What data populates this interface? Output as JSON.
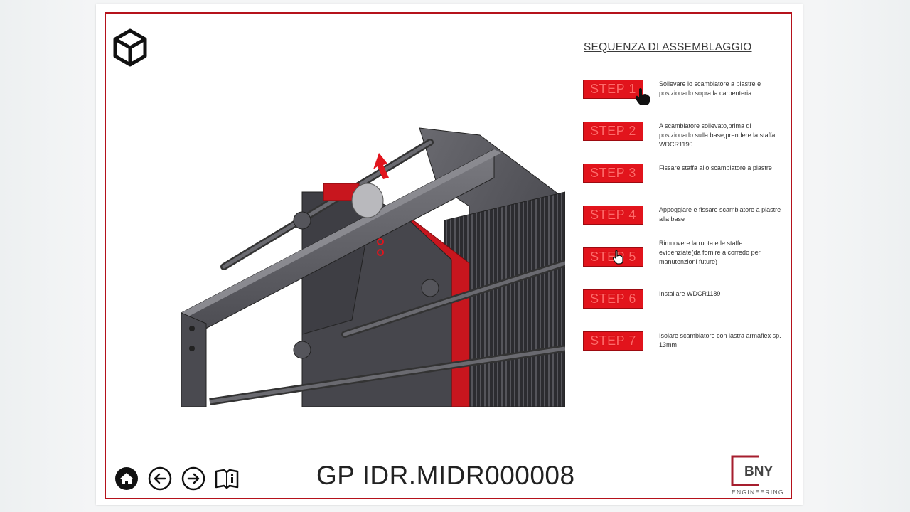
{
  "header": {
    "title": "SEQUENZA DI ASSEMBLAGGIO"
  },
  "steps": [
    {
      "label": "STEP 1",
      "text": "Sollevare lo scambiatore a piastre e posizionarlo sopra la carpenteria"
    },
    {
      "label": "STEP 2",
      "text": "A scambiatore sollevato,prima di posizionarlo sulla base,prendere la staffa WDCR1190"
    },
    {
      "label": "STEP 3",
      "text": "Fissare staffa allo scambiatore a piastre"
    },
    {
      "label": "STEP 4",
      "text": "Appoggiare e fissare scambiatore a piastre alla base"
    },
    {
      "label": "STEP 5",
      "text": "Rimuovere la ruota e le staffe evidenziate(da fornire a corredo per manutenzioni future)"
    },
    {
      "label": "STEP 6",
      "text": "Installare WDCR1189"
    },
    {
      "label": "STEP 7",
      "text": "Isolare scambiatore con lastra armaflex sp. 13mm"
    }
  ],
  "footer": {
    "document_code": "GP IDR.MIDR000008"
  },
  "logo": {
    "brand": "BNY",
    "subtitle": "ENGINEERING"
  },
  "nav": {
    "icons": [
      "home-icon",
      "arrow-left-icon",
      "arrow-right-icon",
      "manual-icon"
    ]
  },
  "colors": {
    "accent": "#e2141c",
    "frame": "#b5121b",
    "step_text": "#ff6a6a"
  }
}
